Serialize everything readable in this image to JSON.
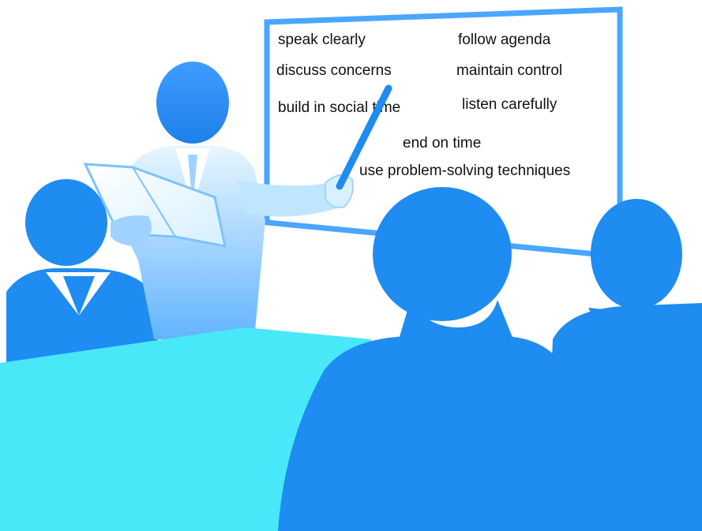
{
  "board": {
    "items": [
      "speak clearly",
      "follow agenda",
      "discuss concerns",
      "maintain control",
      "build in social time",
      "listen carefully",
      "end on time",
      "use problem-solving techniques"
    ]
  },
  "colors": {
    "blue": "#1e8cf0",
    "board_frame": "#4aa6ff",
    "table": "#48e8f8",
    "presenter_light": "#bfe6ff",
    "presenter_mid": "#7cc2ff"
  }
}
